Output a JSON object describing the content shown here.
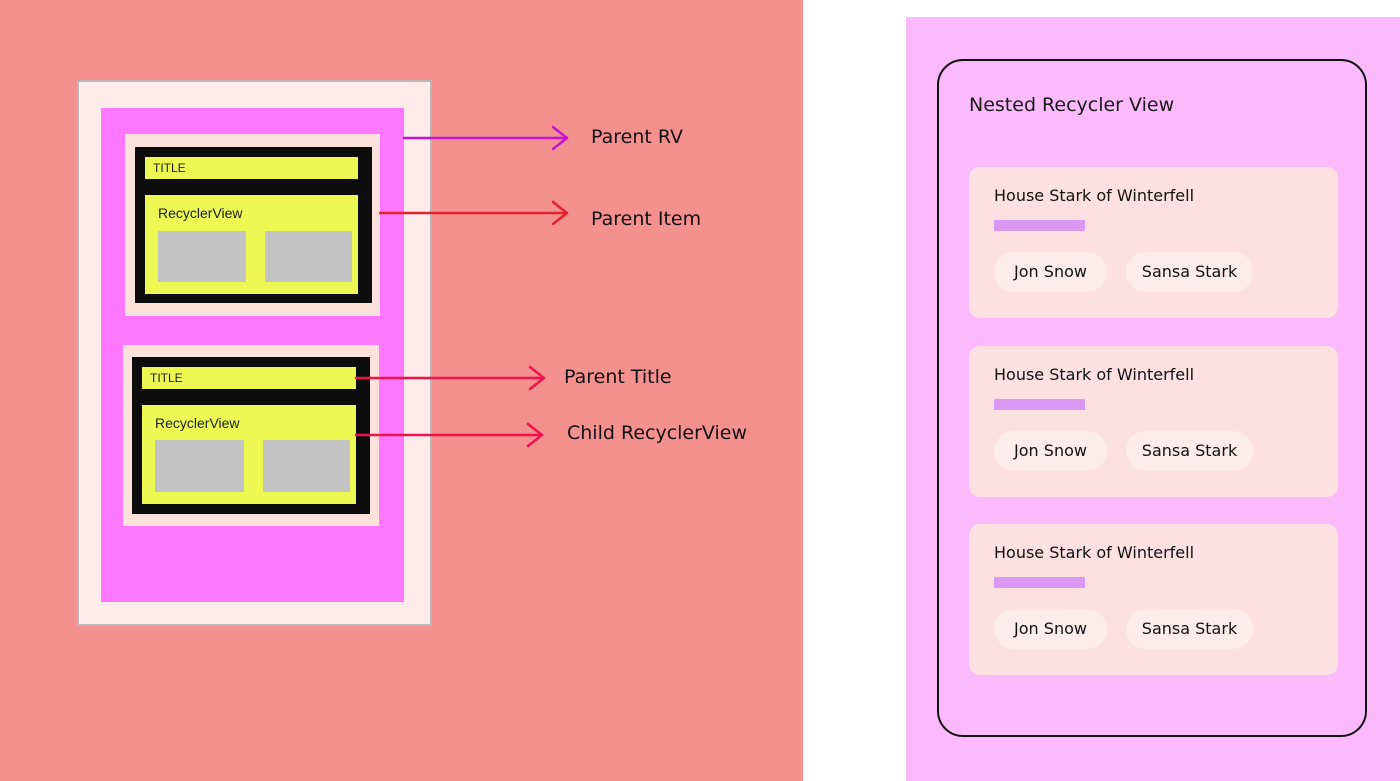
{
  "diagram": {
    "parent_items": [
      {
        "title": "TITLE",
        "recycler_label": "RecyclerView"
      },
      {
        "title": "TITLE",
        "recycler_label": "RecyclerView"
      }
    ],
    "callouts": {
      "parent_rv": "Parent RV",
      "parent_item": "Parent Item",
      "parent_title": "Parent Title",
      "child_recycler": "Child RecyclerView"
    },
    "colors": {
      "background": "#f4918f",
      "parent_rv": "#fe77fe",
      "item_background": "#fde2dc",
      "title_bar": "#edf853",
      "child_item": "#c3c3c3",
      "arrow_parent_rv": "#c414d0",
      "arrow_parent_item": "#e4232e",
      "arrow_parent_title": "#f0124c",
      "arrow_child_rv": "#f0124c"
    }
  },
  "mockup": {
    "title": "Nested Recycler View",
    "cards": [
      {
        "title": "House Stark of Winterfell",
        "chips": [
          "Jon Snow",
          "Sansa Stark"
        ]
      },
      {
        "title": "House Stark of Winterfell",
        "chips": [
          "Jon Snow",
          "Sansa Stark"
        ]
      },
      {
        "title": "House Stark of Winterfell",
        "chips": [
          "Jon Snow",
          "Sansa Stark"
        ]
      }
    ],
    "colors": {
      "background": "#fcbafc",
      "card": "#fde0e0",
      "chip": "#fcecec",
      "accent_bar": "#da98f4"
    }
  }
}
